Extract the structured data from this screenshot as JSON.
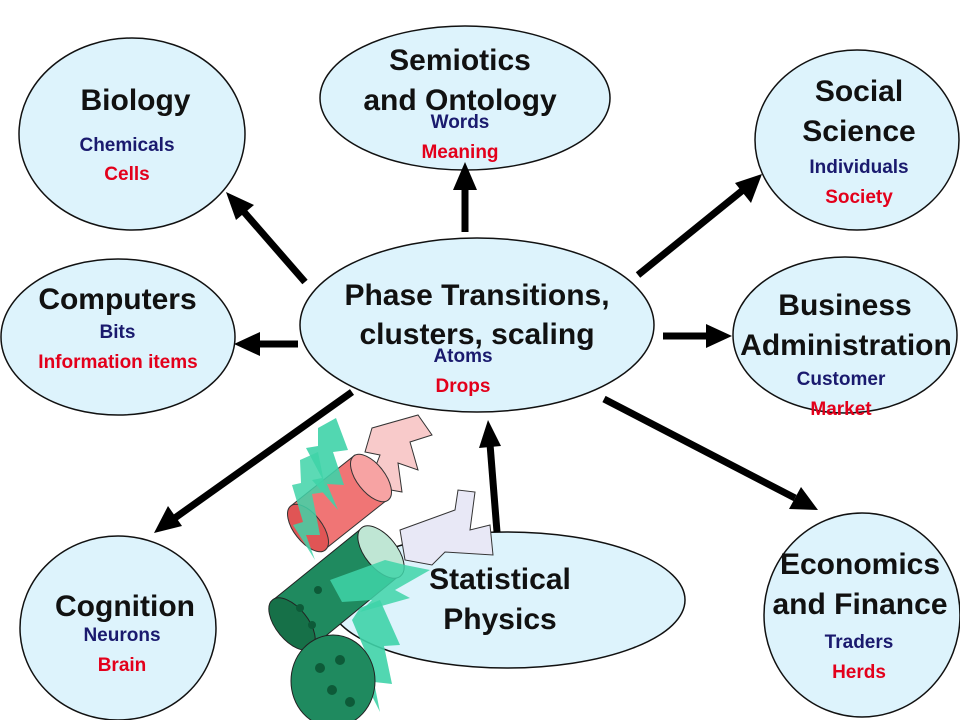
{
  "colors": {
    "node_fill": "#ddf3fc",
    "node_stroke": "#111111",
    "arrow": "#000000",
    "sub_dark": "#1a1a6e",
    "sub_red": "#e3001b",
    "cylinder_red": "#f07575",
    "cylinder_green": "#1f8a5f",
    "lightning_green": "#3fd3a8"
  },
  "nodes": {
    "center": {
      "title": [
        "Phase Transitions,",
        "clusters, scaling"
      ],
      "sub1": "Atoms",
      "sub2": "Drops"
    },
    "semiotics": {
      "title": [
        "Semiotics",
        "and Ontology"
      ],
      "sub1": "Words",
      "sub2": "Meaning"
    },
    "biology": {
      "title": [
        "Biology"
      ],
      "sub1": "Chemicals",
      "sub2": "Cells"
    },
    "social": {
      "title": [
        "Social",
        "Science"
      ],
      "sub1": "Individuals",
      "sub2": "Society"
    },
    "computers": {
      "title": [
        "Computers"
      ],
      "sub1": "Bits",
      "sub2": "Information items"
    },
    "business": {
      "title": [
        "Business",
        "Administration"
      ],
      "sub1": "Customer",
      "sub2": "Market"
    },
    "cognition": {
      "title": [
        "Cognition"
      ],
      "sub1": "Neurons",
      "sub2": "Brain"
    },
    "statphys": {
      "title": [
        "Statistical",
        "Physics"
      ]
    },
    "economics": {
      "title": [
        "Economics",
        "and Finance"
      ],
      "sub1": "Traders",
      "sub2": "Herds"
    }
  },
  "icons": [
    "arrow-icon",
    "cylinder-icon",
    "lightning-bolt-icon"
  ]
}
